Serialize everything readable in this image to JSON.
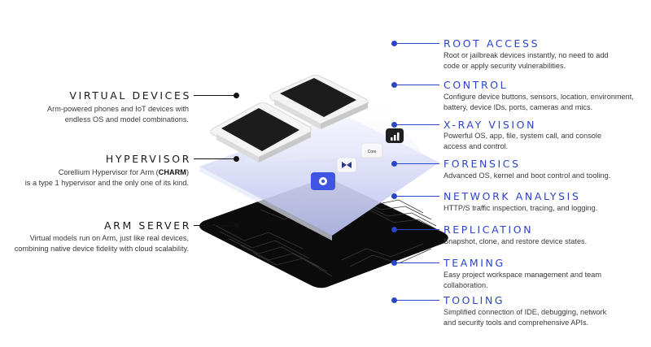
{
  "left_layers": [
    {
      "title": "VIRTUAL DEVICES",
      "lines": [
        "Arm-powered phones and IoT devices with",
        "endless OS and model combinations."
      ]
    },
    {
      "title": "HYPERVISOR",
      "line1_prefix": "Corellium Hypervisor for Arm (",
      "line1_bold": "CHARM",
      "line1_suffix": ")",
      "line2": "is a type 1 hypervisor and the only one of its kind."
    },
    {
      "title": "ARM SERVER",
      "lines": [
        "Virtual models run on Arm, just like real devices,",
        "combining native device fidelity with cloud scalability."
      ]
    }
  ],
  "features": [
    {
      "title": "ROOT ACCESS",
      "lines": [
        "Root or jailbreak devices instantly, no need to add",
        "code or apply security vulnerabilities."
      ]
    },
    {
      "title": "CONTROL",
      "lines": [
        "Configure device buttons, sensors, location, environment,",
        "battery, device IDs, ports, cameras and mics."
      ]
    },
    {
      "title": "X-RAY VISION",
      "lines": [
        "Powerful OS, app, file, system call, and console",
        "access and control."
      ]
    },
    {
      "title": "FORENSICS",
      "lines": [
        "Advanced OS, kernel and boot control and tooling."
      ]
    },
    {
      "title": "NETWORK ANALYSIS",
      "lines": [
        "HTTP/S traffic inspection, tracing, and logging."
      ]
    },
    {
      "title": "REPLICATION",
      "lines": [
        "Snapshot, clone, and restore device states."
      ]
    },
    {
      "title": "TEAMING",
      "lines": [
        "Easy project workspace management and team",
        "collaboration."
      ]
    },
    {
      "title": "TOOLING",
      "lines": [
        "Simplified connection of IDE, debugging, network",
        "and security tools and comprehensive APIs."
      ]
    }
  ],
  "diagram": {
    "core_badge": "Core"
  },
  "colors": {
    "accent": "#2b45c8",
    "server": "#0a0a0a",
    "hypervisor": "#c9cdf2",
    "app_icon": "#3d55e0"
  }
}
